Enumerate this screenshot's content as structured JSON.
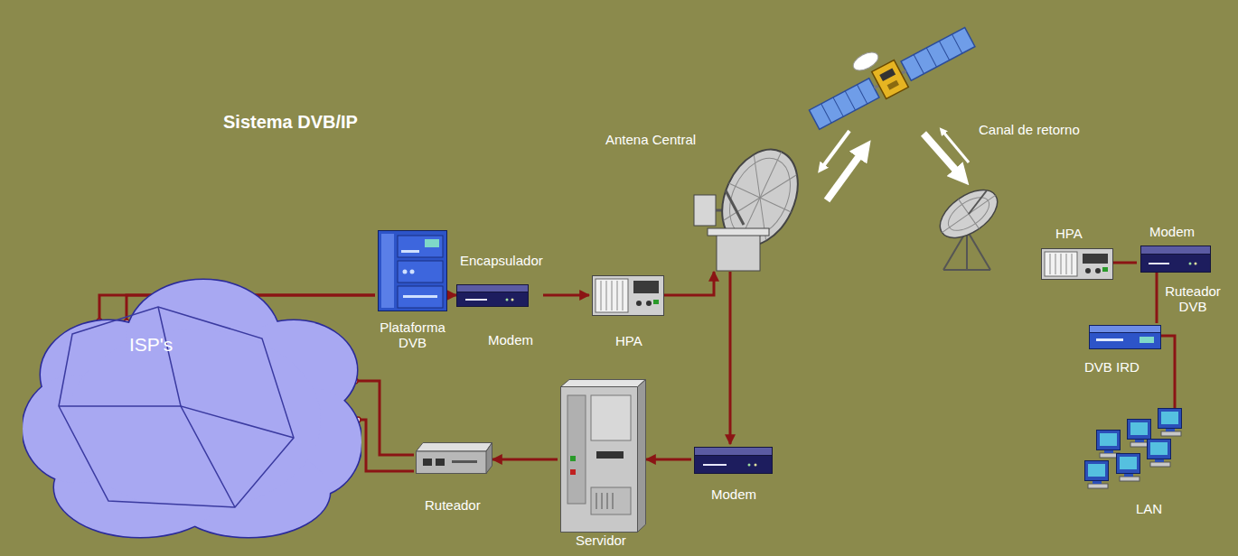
{
  "diagram": {
    "title": "Sistema DVB/IP",
    "nodes": [
      {
        "text": [
          "ISP's"
        ]
      },
      {
        "text": [
          "Plataforma DVB"
        ]
      },
      {
        "text": [
          "Encapsulador",
          "Modem"
        ]
      },
      {
        "text": [
          "HPA"
        ]
      },
      {
        "text": [
          "Antena Central"
        ]
      },
      {
        "text": [
          "Modem"
        ]
      },
      {
        "text": [
          "Servidor"
        ]
      },
      {
        "text": [
          "Ruteador"
        ]
      },
      {
        "text": [
          "HPA"
        ]
      },
      {
        "text": [
          "Modem"
        ]
      },
      {
        "text": [
          "DVB IRD"
        ]
      },
      {
        "text": [
          "LAN"
        ]
      }
    ],
    "edges": [
      {
        "from": 0,
        "to": 1,
        "arrow": "none"
      },
      {
        "from": 0,
        "to": 1,
        "arrow": "none"
      },
      {
        "from": 1,
        "to": 2,
        "arrow": "to"
      },
      {
        "from": 2,
        "to": 3,
        "arrow": "to"
      },
      {
        "from": 3,
        "to": 4,
        "arrow": "to"
      },
      {
        "from": 4,
        "to": 5,
        "arrow": "to"
      },
      {
        "from": 5,
        "to": 6,
        "arrow": "to"
      },
      {
        "from": 6,
        "to": 7,
        "arrow": "to"
      },
      {
        "from": 7,
        "to": 0,
        "arrow": "none"
      },
      {
        "from": 7,
        "to": 0,
        "arrow": "none"
      },
      {
        "from": 8,
        "to": 9,
        "arrow": "none"
      },
      {
        "from": 9,
        "to": 10,
        "arrow": "none"
      },
      {
        "from": 10,
        "to": 11,
        "arrow": "none"
      }
    ],
    "labels": [
      "Canal de retorno",
      "Ruteador DVB"
    ]
  }
}
